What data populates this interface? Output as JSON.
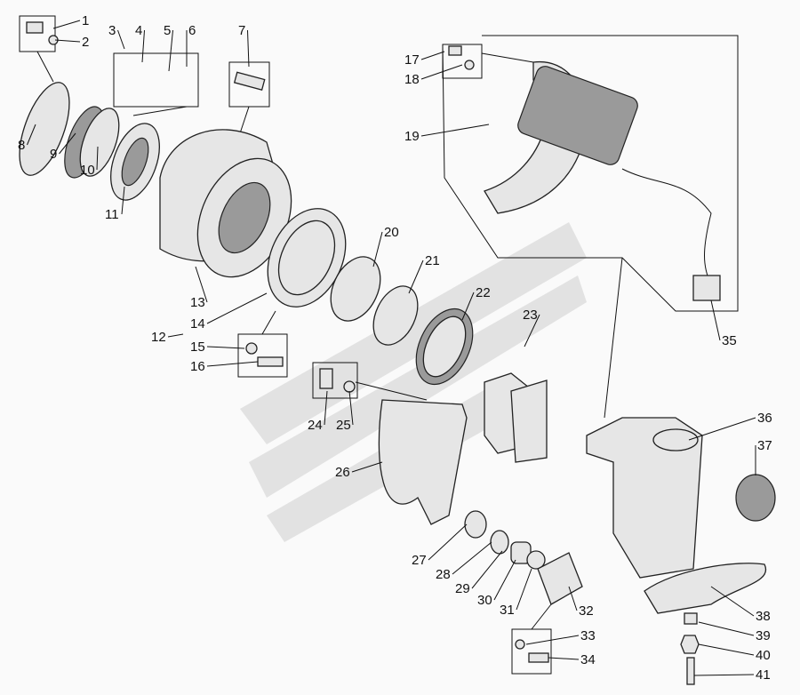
{
  "diagram": {
    "type": "exploded-parts-view",
    "part_numbers": [
      "1",
      "2",
      "3",
      "4",
      "5",
      "6",
      "7",
      "8",
      "9",
      "10",
      "11",
      "12",
      "13",
      "14",
      "15",
      "16",
      "17",
      "18",
      "19",
      "20",
      "21",
      "22",
      "23",
      "24",
      "25",
      "26",
      "27",
      "28",
      "29",
      "30",
      "31",
      "32",
      "33",
      "34",
      "35",
      "36",
      "37",
      "38",
      "39",
      "40",
      "41"
    ]
  }
}
